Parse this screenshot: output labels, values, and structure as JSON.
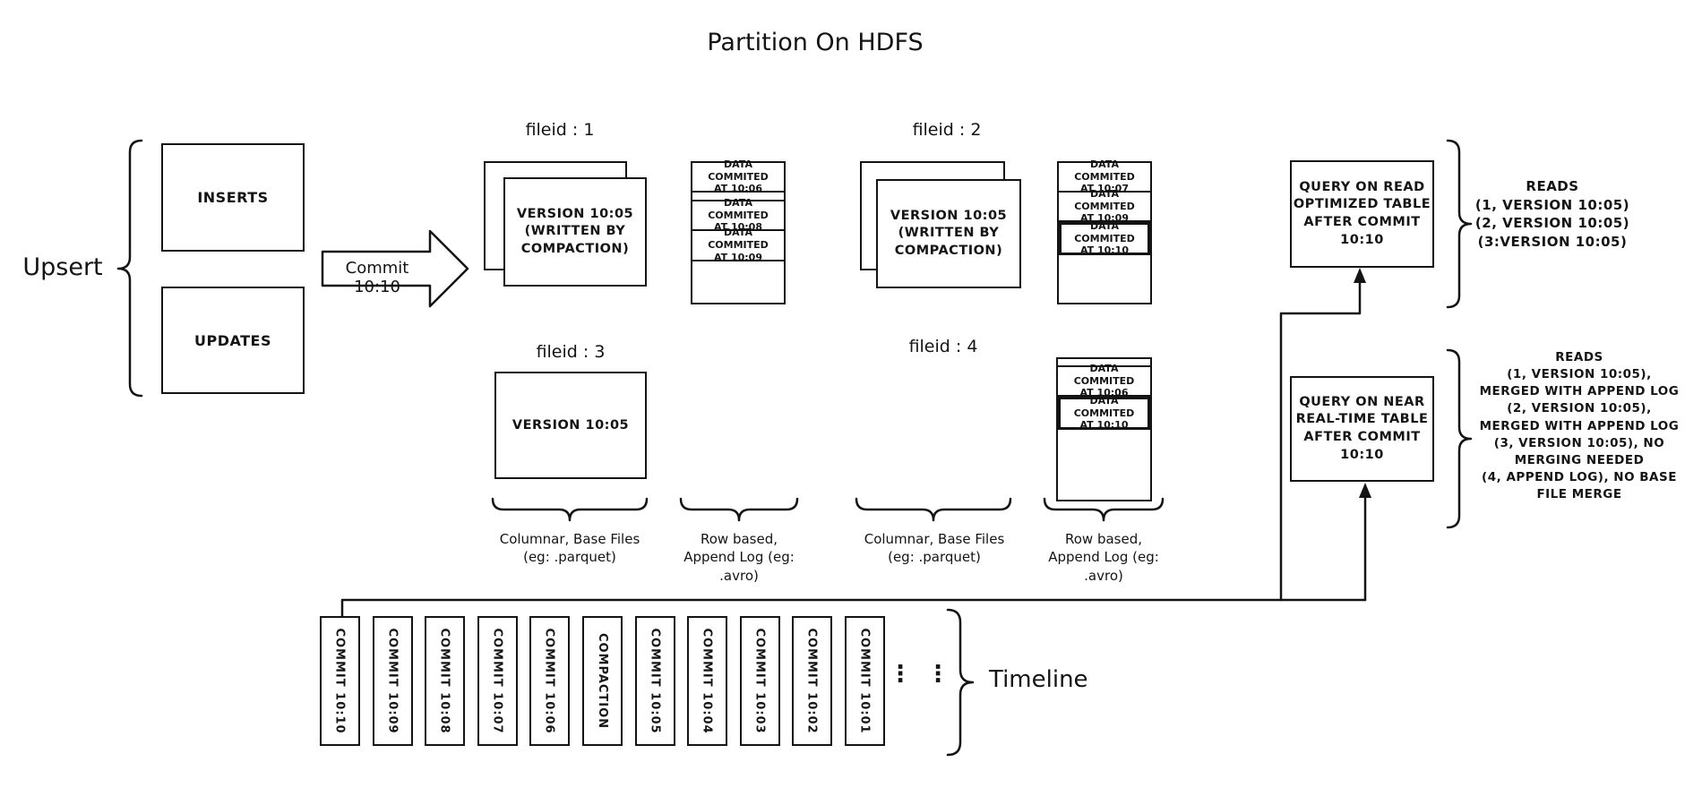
{
  "title": "Partition On HDFS",
  "colors": {
    "ink": "#141414",
    "background": "#ffffff"
  },
  "upsert": {
    "label": "Upsert",
    "inserts": "INSERTS",
    "updates": "UPDATES"
  },
  "commit_arrow": {
    "label": "Commit 10:10"
  },
  "file_groups": {
    "g1": {
      "label": "fileid : 1",
      "base": "VERSION 10:05\n(WRITTEN BY\nCOMPACTION)"
    },
    "g2": {
      "label": "fileid : 2",
      "base": "VERSION 10:05\n(WRITTEN BY\nCOMPACTION)"
    },
    "g3": {
      "label": "fileid : 3",
      "base": "VERSION 10:05"
    },
    "g4": {
      "label": "fileid : 4"
    }
  },
  "logs": {
    "log1": {
      "segments": [
        "DATA COMMITED\nAT 10:06",
        "DATA COMMITED\nAT 10:08",
        "DATA COMMITED\nAT 10:09"
      ]
    },
    "log2": {
      "segments": [
        "DATA COMMITED\nAT 10:07",
        "DATA COMMITED\nAT 10:09",
        "DATA COMMITED\nAT 10:10"
      ]
    },
    "log4": {
      "segments": [
        "DATA COMMITED\nAT 10:06",
        "DATA COMMITED\nAT 10:10"
      ]
    }
  },
  "captions": {
    "columnar": "Columnar, Base Files\n(eg: .parquet)",
    "row_based": "Row based,\nAppend Log  (eg:\n.avro)"
  },
  "queries": {
    "read_optimized": {
      "box_label": "QUERY ON READ\nOPTIMIZED TABLE\nAFTER COMMIT\n10:10",
      "reads": "READS\n(1, VERSION 10:05)\n(2, VERSION 10:05)\n(3:VERSION 10:05)"
    },
    "near_real_time": {
      "box_label": "QUERY ON NEAR\nREAL-TIME TABLE\nAFTER COMMIT\n10:10",
      "reads": "READS\n(1, VERSION 10:05),\nMERGED WITH APPEND LOG\n(2, VERSION 10:05),\nMERGED WITH APPEND LOG\n(3, VERSION 10:05), NO\nMERGING NEEDED\n(4, APPEND LOG), NO BASE\nFILE MERGE"
    }
  },
  "timeline": {
    "label": "Timeline",
    "ellipsis": "⋮",
    "items": [
      "COMMIT 10:10",
      "COMMIT 10:09",
      "COMMIT 10:08",
      "COMMIT 10:07",
      "COMMIT 10:06",
      "COMPACTION",
      "COMMIT 10:05",
      "COMMIT 10:04",
      "COMMIT 10:03",
      "COMMIT 10:02",
      "COMMIT 10:01"
    ]
  }
}
